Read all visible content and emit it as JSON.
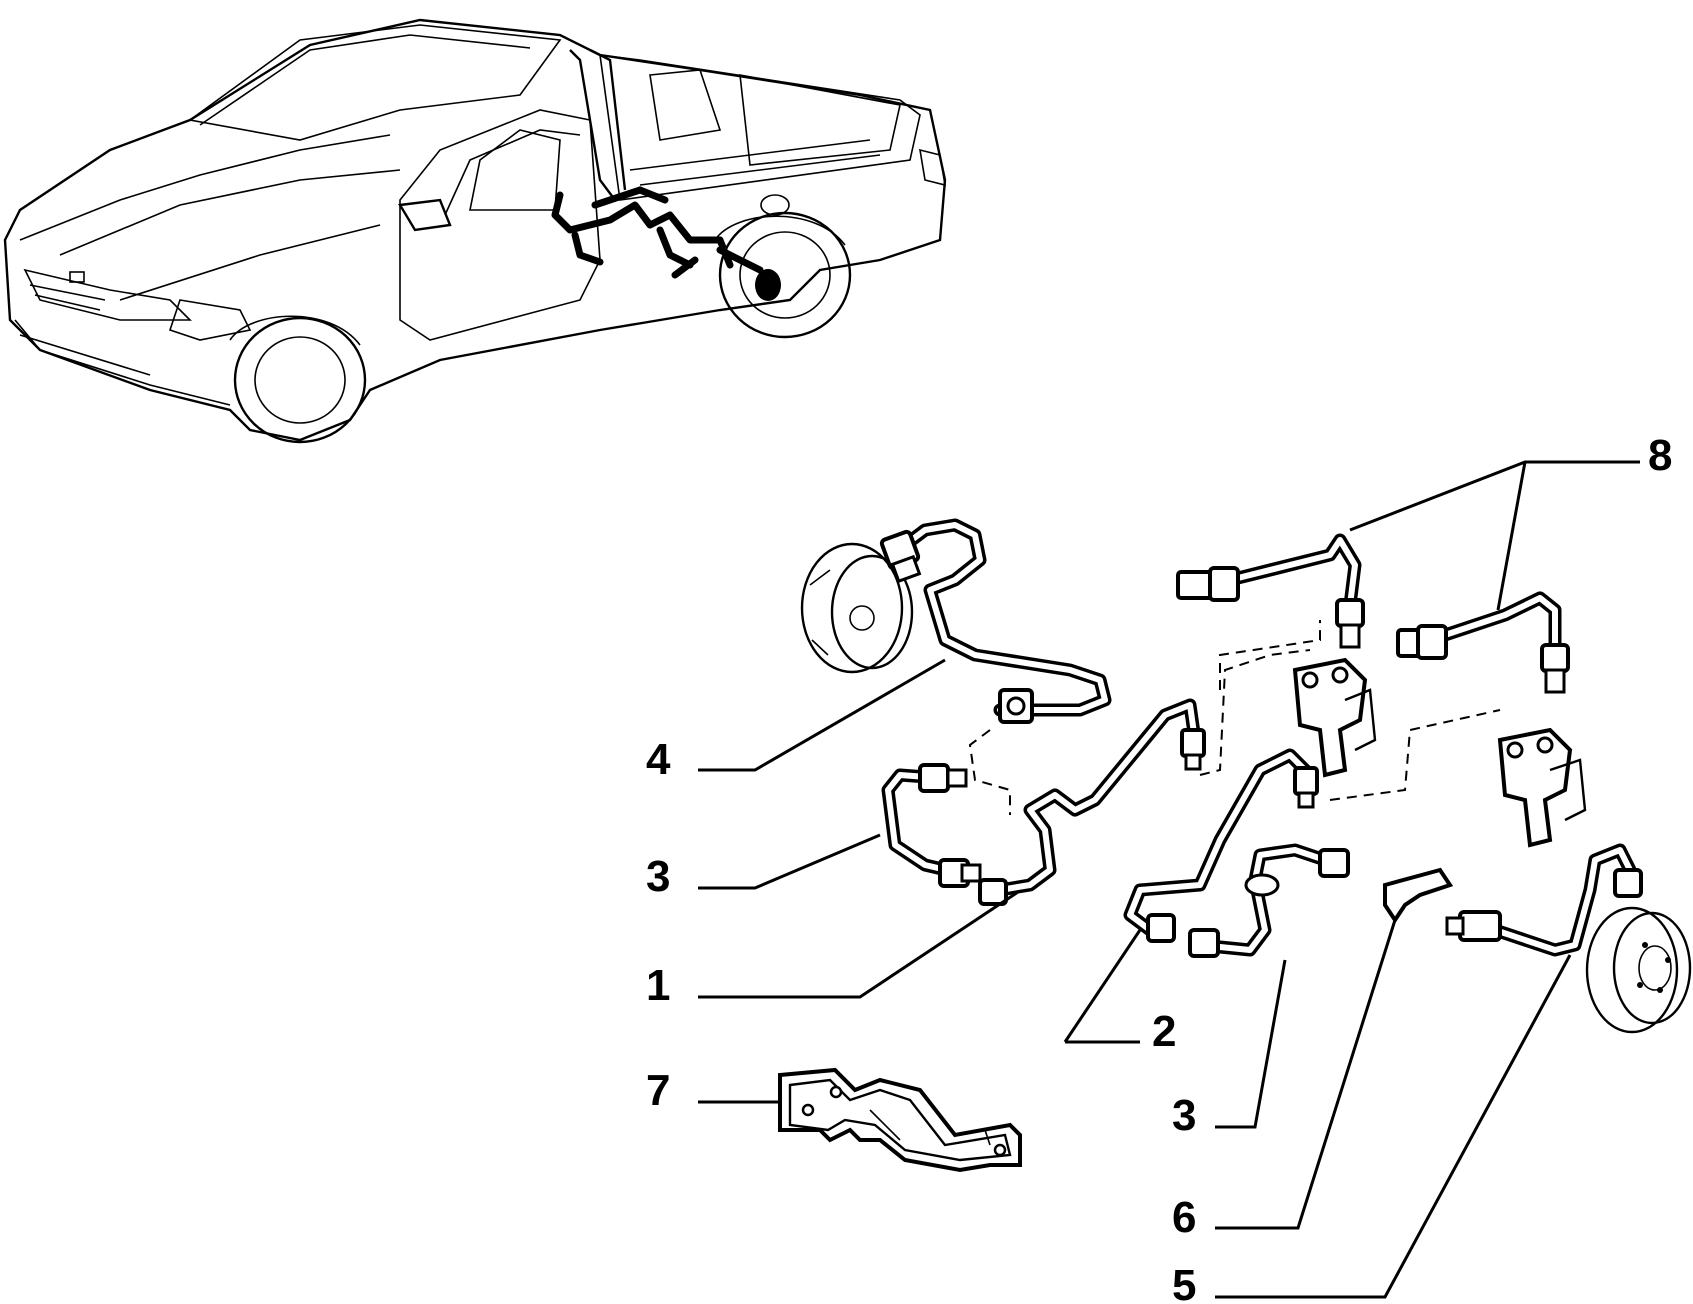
{
  "callouts": {
    "c1": "1",
    "c2": "2",
    "c3a": "3",
    "c3b": "3",
    "c4": "4",
    "c5": "5",
    "c6": "6",
    "c7": "7",
    "c8": "8"
  },
  "colors": {
    "ink": "#000000",
    "paper": "#ffffff"
  }
}
